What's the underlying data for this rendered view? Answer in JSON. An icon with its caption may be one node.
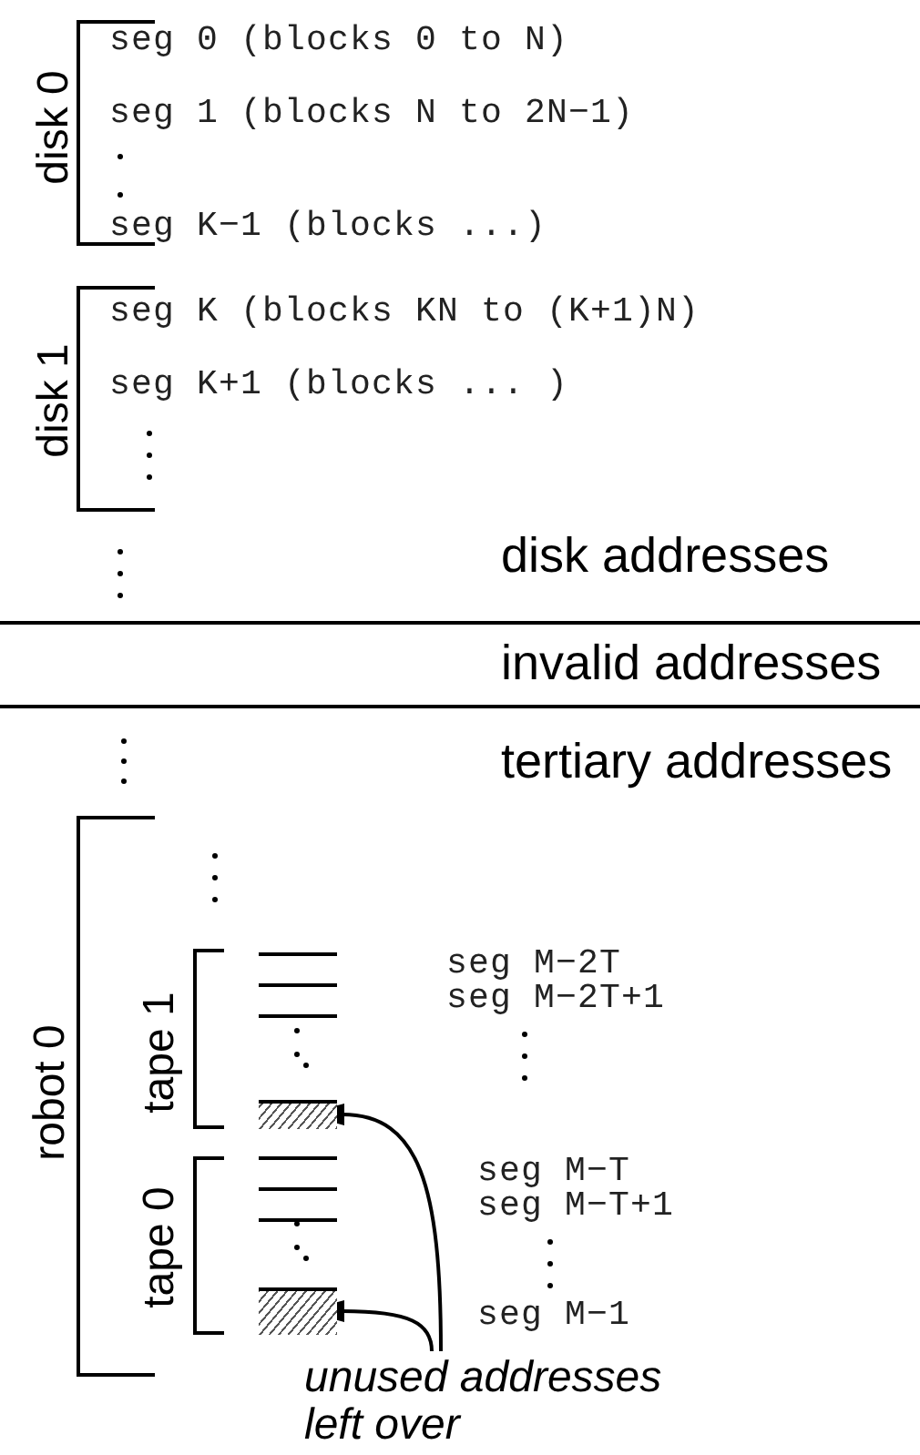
{
  "diagram": {
    "nodes": [
      {
        "text": [],
        "shape": "bracket",
        "beside": [
          "disk 0"
        ]
      },
      {
        "text": [],
        "shape": "bracket",
        "beside": [
          "disk 1"
        ]
      },
      {
        "text": [],
        "shape": "bracket",
        "beside": [
          "robot 0"
        ]
      },
      {
        "text": [],
        "shape": "bracket",
        "beside": [
          "tape 1"
        ]
      },
      {
        "text": [],
        "shape": "bar"
      },
      {
        "text": [],
        "shape": "bracket",
        "beside": [
          "tape 0"
        ]
      },
      {
        "text": [],
        "shape": "bar"
      },
      {
        "text": [
          "unused addresses left over"
        ]
      }
    ],
    "edges": [
      {
        "from": 7,
        "to": 4,
        "arrow": "to"
      },
      {
        "from": 7,
        "to": 6,
        "arrow": "to"
      }
    ],
    "labels": [
      "seg 0 (blocks 0 to N)",
      "seg 1 (blocks N to 2N−1)",
      "seg K−1 (blocks ...)",
      "seg K (blocks KN to (K+1)N)",
      "seg K+1 (blocks ... )",
      "disk addresses",
      "invalid addresses",
      "tertiary addresses",
      "seg M−2T",
      "seg M−2T+1",
      "seg M−T",
      "seg M−T+1",
      "seg M−1"
    ]
  }
}
